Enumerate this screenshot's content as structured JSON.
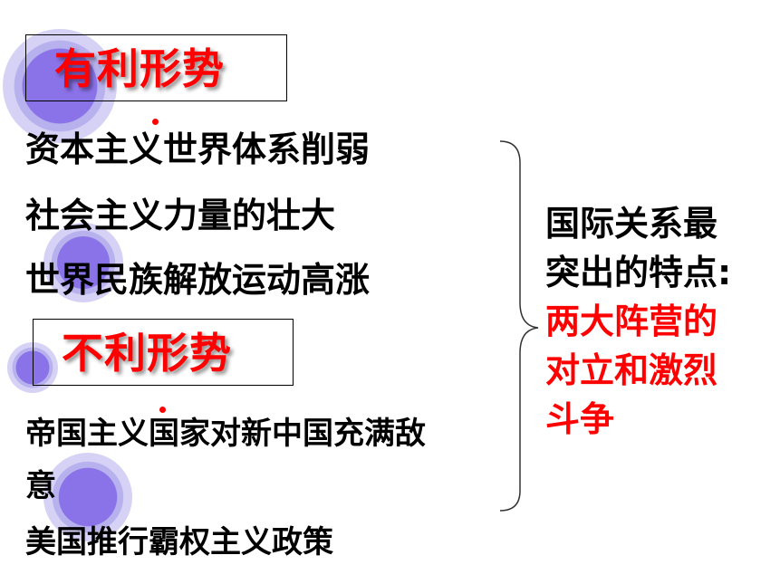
{
  "favorable": {
    "heading": "有利形势",
    "items": [
      "资本主义世界体系削弱",
      "社会主义力量的壮大",
      "世界民族解放运动高涨"
    ]
  },
  "unfavorable": {
    "heading": "不利形势",
    "item1_line1": "帝国主义国家对新中国充满敌",
    "item1_line2": "意",
    "item2": "美国推行霸权主义政策"
  },
  "conclusion": {
    "lines_black": [
      "国际关系最",
      "突出的特点:"
    ],
    "lines_red": [
      "两大阵营的",
      "对立和激烈",
      "斗争"
    ]
  },
  "colors": {
    "heading": "#ff0000",
    "emphasis": "#ff0000",
    "text": "#000000",
    "decoration": "#8a72e8"
  }
}
